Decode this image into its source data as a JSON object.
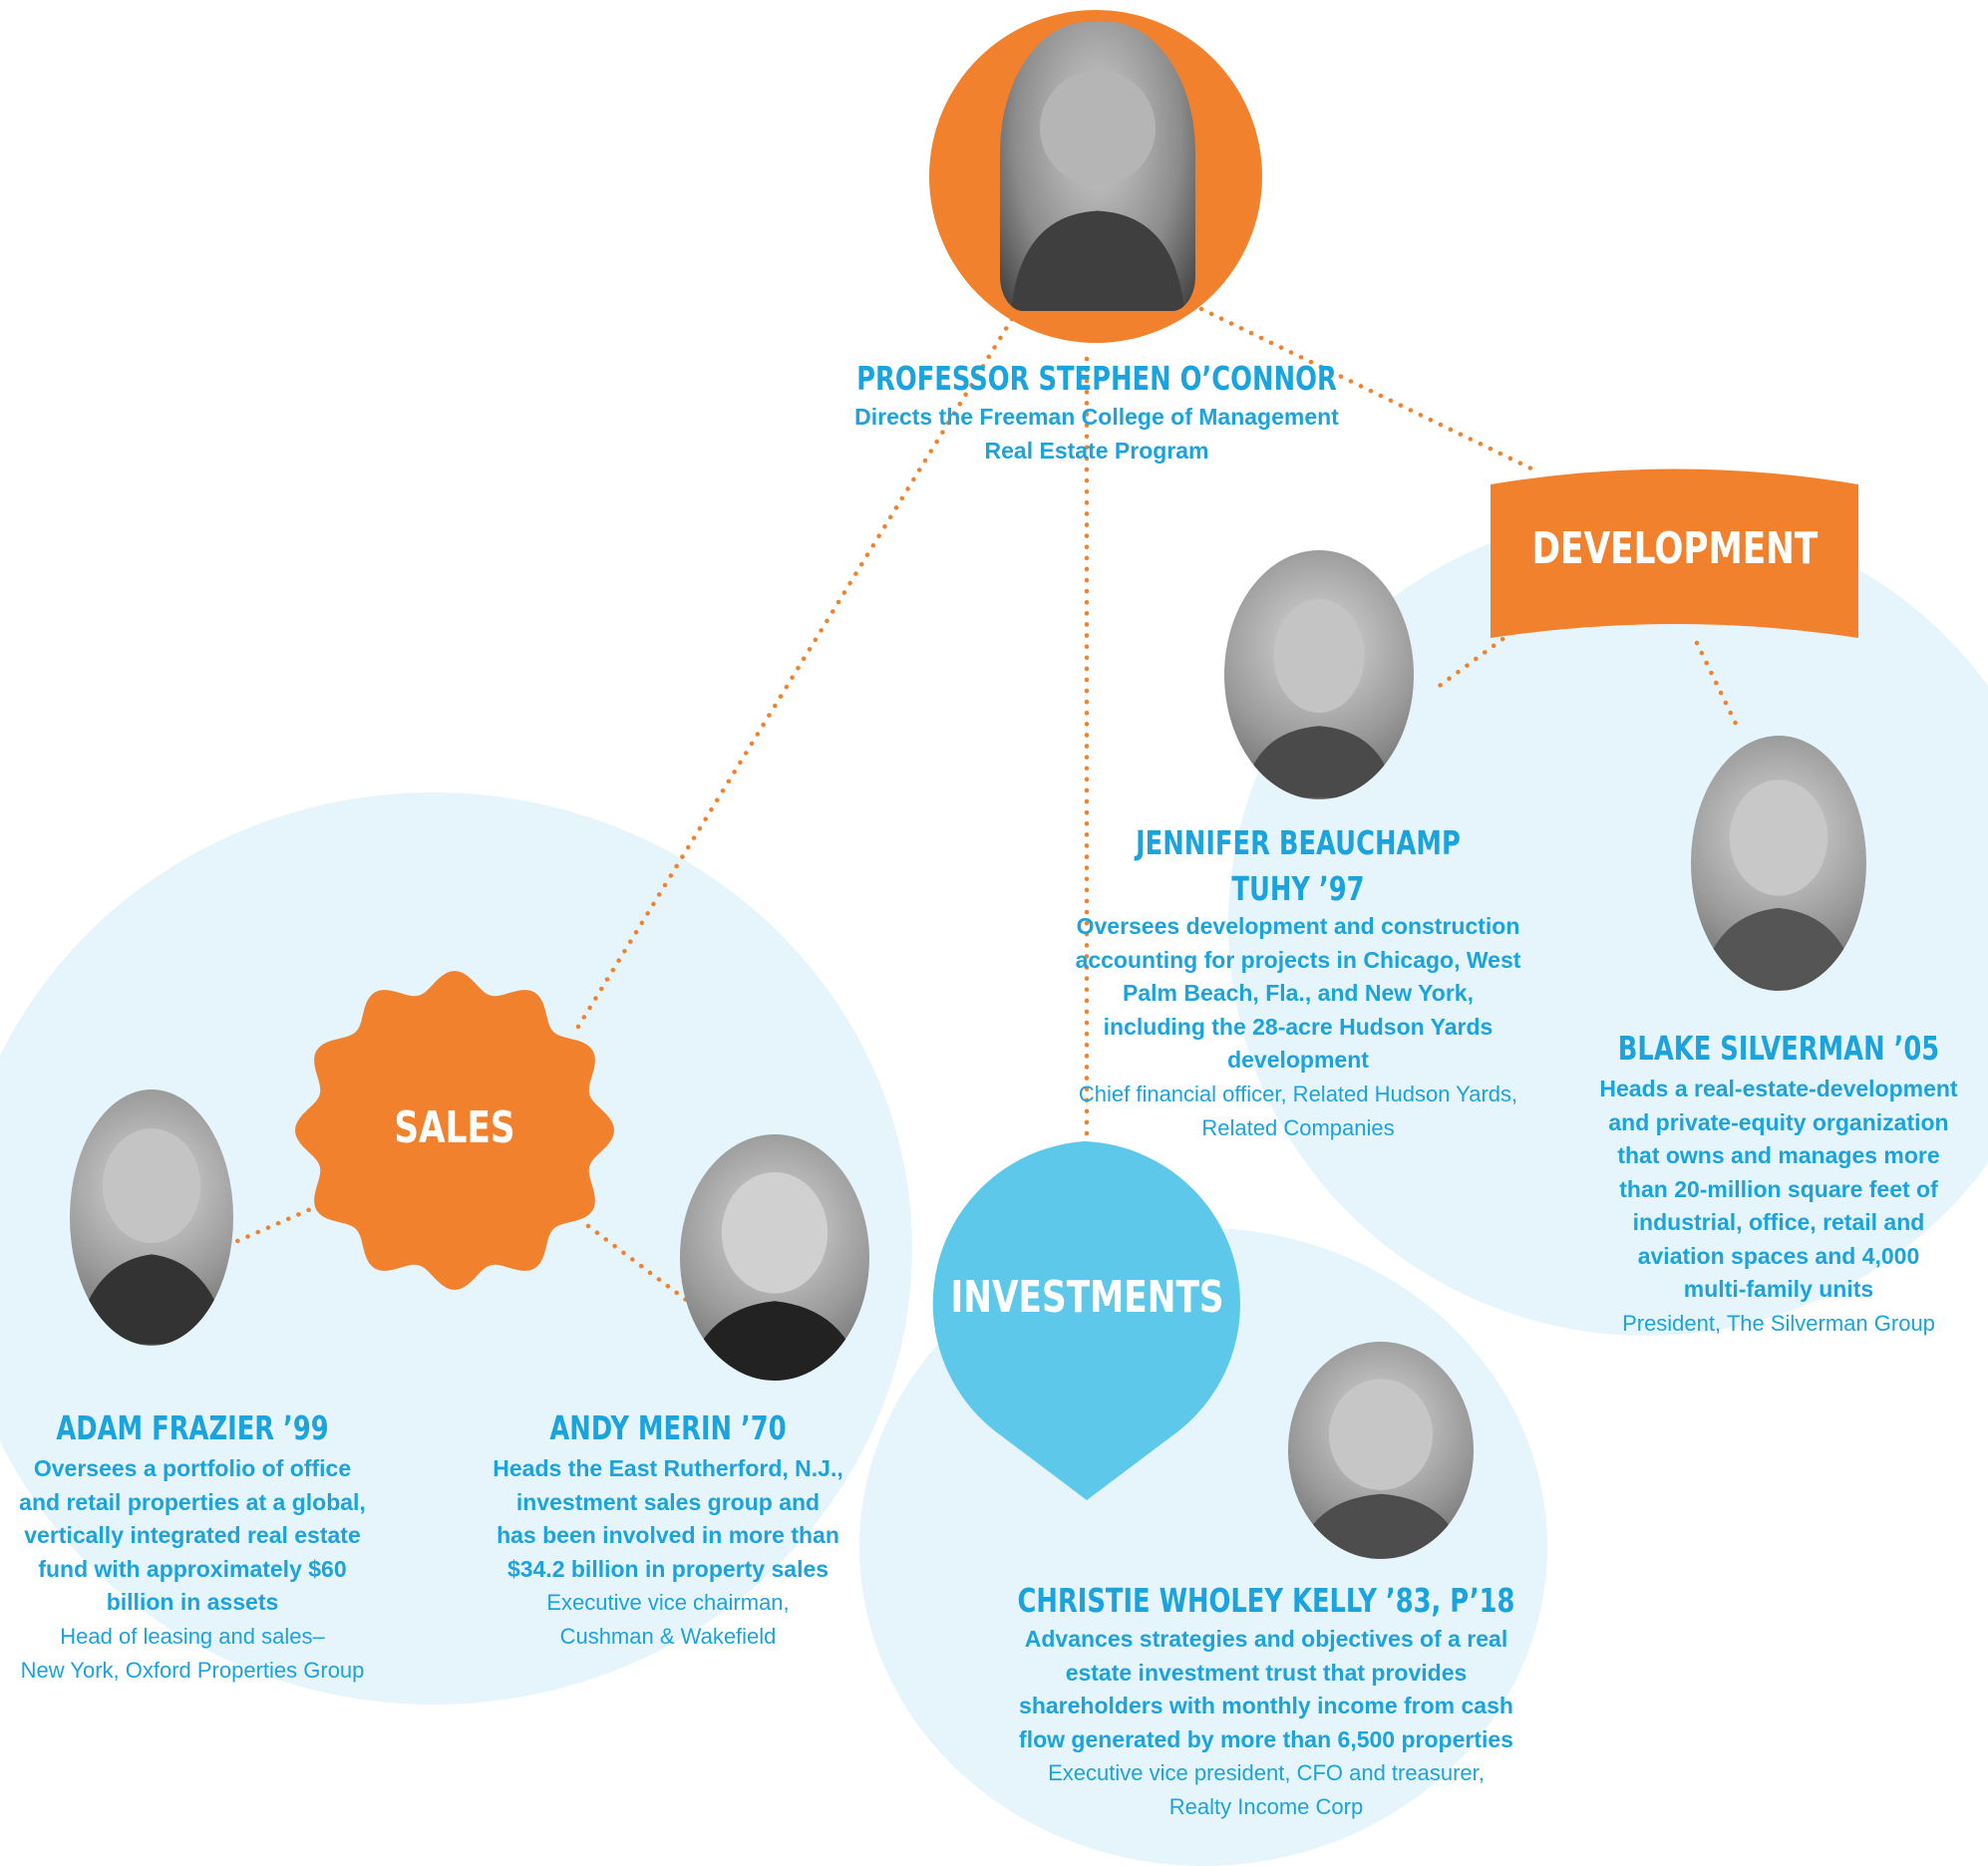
{
  "colors": {
    "orange": "#f2812d",
    "blue": "#1aa3dc",
    "bubble_blue": "#e6f4fb",
    "investments_blue": "#5ec8ea",
    "connector": "#f2812d"
  },
  "hub": {
    "name": "PROFESSOR STEPHEN O’CONNOR",
    "desc_lines": [
      "Directs the Freeman College of Management",
      "Real Estate Program"
    ]
  },
  "categories": {
    "development": "DEVELOPMENT",
    "sales": "SALES",
    "investments": "INVESTMENTS"
  },
  "people": {
    "jennifer": {
      "name_lines": [
        "JENNIFER BEAUCHAMP",
        "TUHY ’97"
      ],
      "desc_lines": [
        "Oversees development and construction",
        "accounting for projects in Chicago, West",
        "Palm Beach, Fla., and New York,",
        "including the 28-acre Hudson Yards",
        "development"
      ],
      "title_lines": [
        "Chief financial officer, Related Hudson Yards,",
        "Related Companies"
      ]
    },
    "blake": {
      "name": "BLAKE SILVERMAN ’05",
      "desc_lines": [
        "Heads a real-estate-development",
        "and private-equity organization",
        "that owns and manages more",
        "than 20-million square feet of",
        "industrial, office, retail and",
        "aviation spaces and 4,000",
        "multi-family units"
      ],
      "title_lines": [
        "President, The Silverman Group"
      ]
    },
    "adam": {
      "name": "ADAM FRAZIER ’99",
      "desc_lines": [
        "Oversees a portfolio of office",
        "and retail properties at a global,",
        "vertically integrated real estate",
        "fund with approximately $60",
        "billion in assets"
      ],
      "title_lines": [
        "Head of leasing and sales–",
        "New York, Oxford Properties Group"
      ]
    },
    "andy": {
      "name": "ANDY MERIN ’70",
      "desc_lines": [
        "Heads the East Rutherford, N.J.,",
        "investment sales group and",
        "has been involved in more than",
        "$34.2 billion in property sales"
      ],
      "title_lines": [
        "Executive vice chairman,",
        "Cushman & Wakefield"
      ]
    },
    "christie": {
      "name": "CHRISTIE WHOLEY KELLY ’83, P’18",
      "desc_lines": [
        "Advances strategies and objectives of a real",
        "estate investment trust that provides",
        "shareholders with monthly income from cash",
        "flow generated by more than 6,500 properties"
      ],
      "title_lines": [
        "Executive vice president, CFO and treasurer,",
        "Realty Income Corp"
      ]
    }
  }
}
